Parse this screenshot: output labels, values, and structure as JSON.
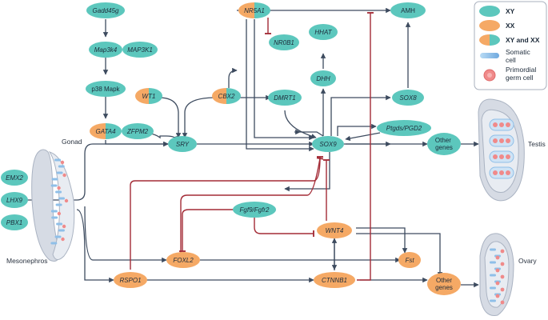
{
  "colors": {
    "xy": "#5cc7bd",
    "xx": "#f5a965",
    "arrow": "#3d4b5f",
    "inhibit": "#a32b36",
    "organ": "#d6dbe4",
    "somatic": "#8fbfe8",
    "germ": "#f08a8a"
  },
  "nodes": {
    "gadd45g": {
      "label": "Gadd45g"
    },
    "map3k4": {
      "label": "Map3k4"
    },
    "map3k1": {
      "label": "MAP3K1"
    },
    "p38": {
      "label": "p38 Mapk"
    },
    "gata4": {
      "label": "GATA4"
    },
    "zfpm2": {
      "label": "ZFPM2"
    },
    "wt1": {
      "label": "WT1"
    },
    "cbx2": {
      "label": "CBX2"
    },
    "sry": {
      "label": "SRY"
    },
    "nr5a1": {
      "label": "NR5A1"
    },
    "nr0b1": {
      "label": "NR0B1"
    },
    "hhat": {
      "label": "HHAT"
    },
    "amh": {
      "label": "AMH"
    },
    "dmrt1": {
      "label": "DMRT1"
    },
    "dhh": {
      "label": "DHH"
    },
    "sox8": {
      "label": "SOX8"
    },
    "ptgds": {
      "label": "Ptgds/PGD2"
    },
    "sox9": {
      "label": "SOX9"
    },
    "other_testis": {
      "label": "Other genes"
    },
    "fgf9": {
      "label": "Fgf9/Fgfr2"
    },
    "wnt4": {
      "label": "WNT4"
    },
    "foxl2": {
      "label": "FOXL2"
    },
    "fst": {
      "label": "Fst"
    },
    "rspo1": {
      "label": "RSPO1"
    },
    "ctnnb1": {
      "label": "CTNNB1"
    },
    "other_ovary": {
      "label": "Other genes"
    },
    "emx2": {
      "label": "EMX2"
    },
    "lhx9": {
      "label": "LHX9"
    },
    "pbx1": {
      "label": "PBX1"
    }
  },
  "labels": {
    "gonad": "Gonad",
    "mesonephros": "Mesonephros",
    "testis": "Testis",
    "ovary": "Ovary"
  },
  "legend": {
    "xy": "XY",
    "xx": "XX",
    "both": "XY and XX",
    "somatic": "Somatic cell",
    "germ": "Primordial germ cell"
  }
}
